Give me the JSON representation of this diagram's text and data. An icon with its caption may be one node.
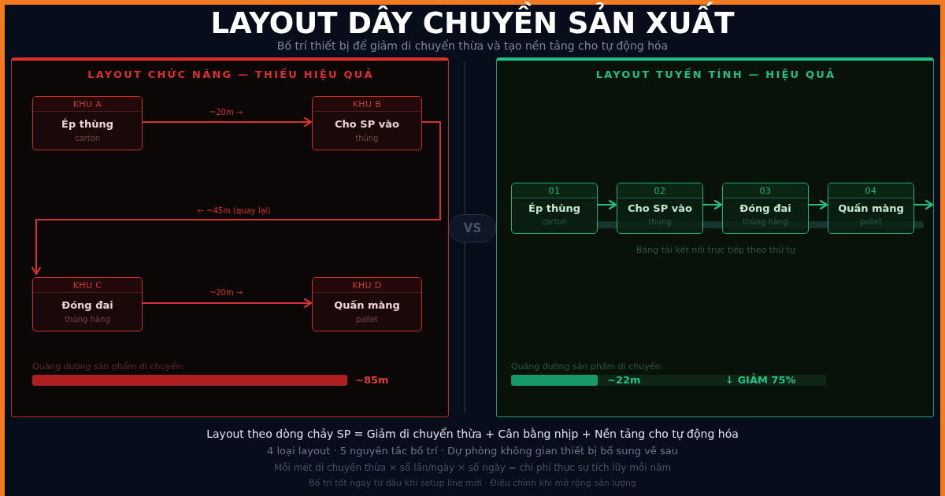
{
  "diagram": {
    "title": "LAYOUT DÂY CHUYỀN SẢN XUẤT",
    "nodes": [
      {
        "text": [
          "LAYOUT CHỨC NĂNG — THIẾU HIỆU QUẢ",
          "Quãng đường sản phẩm di chuyển:"
        ]
      },
      {
        "text": [
          "KHU A",
          "Ép thùng",
          "carton"
        ],
        "in": 0
      },
      {
        "text": [
          "KHU B",
          "Cho SP vào",
          "thùng"
        ],
        "in": 0
      },
      {
        "text": [
          "KHU C",
          "Đóng đai",
          "thùng hàng"
        ],
        "in": 0
      },
      {
        "text": [
          "KHU D",
          "Quấn màng",
          "pallet"
        ],
        "in": 0
      },
      {
        "text": [
          "VS"
        ]
      },
      {
        "text": [
          "LAYOUT TUYẾN TÍNH — HIỆU QUẢ",
          "Băng tải kết nối trực tiếp theo thứ tự",
          "Quãng đường sản phẩm di chuyển:"
        ]
      },
      {
        "text": [
          "01",
          "Ép thùng",
          "carton"
        ],
        "in": 6
      },
      {
        "text": [
          "02",
          "Cho SP vào",
          "thùng"
        ],
        "in": 6
      },
      {
        "text": [
          "03",
          "Đóng đai",
          "thùng hàng"
        ],
        "in": 6
      },
      {
        "text": [
          "04",
          "Quấn màng",
          "pallet"
        ],
        "in": 6
      },
      {
        "text": [],
        "shape": "bar",
        "in": 0,
        "beside": [
          "~85m"
        ]
      },
      {
        "text": [
          "~22m",
          "↓ GIẢM 75%"
        ],
        "in": 6
      },
      {
        "text": [],
        "shape": "bar",
        "in": 12
      }
    ],
    "edges": [
      {
        "from": 1,
        "to": 2,
        "arrow": "to",
        "label": "~20m →",
        "color": "#d63131"
      },
      {
        "from": 2,
        "to": 3,
        "arrow": "to",
        "label": "← ~45m (quay lại)",
        "color": "#d63131"
      },
      {
        "from": 3,
        "to": 4,
        "arrow": "to",
        "label": "~20m →",
        "color": "#d63131"
      },
      {
        "from": 7,
        "to": 8,
        "arrow": "to"
      },
      {
        "from": 8,
        "to": 9,
        "arrow": "to"
      },
      {
        "from": 9,
        "to": 10,
        "arrow": "to"
      },
      {
        "from": 10,
        "to": null,
        "arrow": "to"
      }
    ],
    "labels": [
      "Bố trí thiết bị để giảm di chuyển thừa và tạo nền tảng cho tự động hóa",
      "Layout theo dòng chảy SP = Giảm di chuyển thừa + Cân bằng nhịp + Nền tảng cho tự động hóa",
      "4 loại layout · 5 nguyên tắc bố trí · Dự phòng không gian thiết bị bổ sung về sau",
      "Mỗi mét di chuyển thừa × số lần/ngày × số ngày = chi phí thực sự tích lũy mỗi năm",
      "Bố trí tốt ngay từ đầu khi setup line mới · Điều chỉnh khi mở rộng sản lượng"
    ]
  }
}
